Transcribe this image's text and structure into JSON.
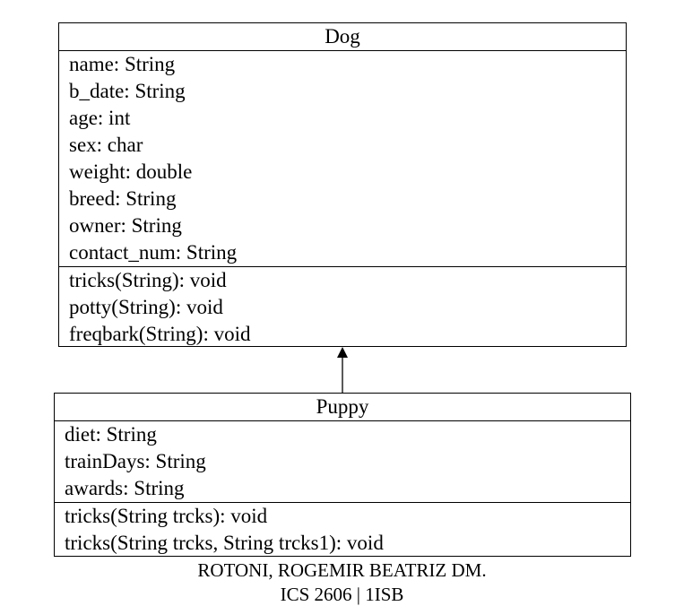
{
  "dog": {
    "name": "Dog",
    "attributes": [
      "name: String",
      "b_date: String",
      "age: int",
      "sex: char",
      "weight: double",
      "breed: String",
      "owner: String",
      "contact_num: String"
    ],
    "methods": [
      "tricks(String): void",
      "potty(String): void",
      "freqbark(String): void"
    ]
  },
  "puppy": {
    "name": "Puppy",
    "attributes": [
      "diet: String",
      "trainDays: String",
      "awards: String"
    ],
    "methods": [
      "tricks(String trcks): void",
      "tricks(String trcks, String trcks1): void"
    ]
  },
  "footer": {
    "author": "ROTONI, ROGEMIR BEATRIZ DM.",
    "course": "ICS 2606 | 1ISB"
  }
}
